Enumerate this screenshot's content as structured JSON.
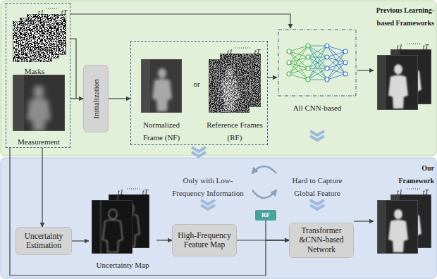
{
  "diagram": {
    "nodes": [
      {
        "text": [
          "Previous Learning-based Frameworks"
        ]
      },
      {
        "text": [
          "Our Framework"
        ]
      },
      {
        "text": [
          "t1",
          "tT",
          "Masks",
          "Measurement"
        ],
        "in": 0
      },
      {
        "text": [
          "Initialization"
        ],
        "in": 0
      },
      {
        "text": [
          "Normalized Frame (NF)",
          "or",
          "t1",
          "tT",
          "Reference Frames (RF)"
        ],
        "in": 0
      },
      {
        "text": [
          "All CNN-based"
        ],
        "in": 0
      },
      {
        "text": [
          "t1",
          "tT"
        ],
        "in": 0
      },
      {
        "text": [
          "Uncertainty Estimation"
        ],
        "in": 1
      },
      {
        "text": [
          "t1",
          "tT",
          "Uncertainty Map"
        ],
        "in": 1
      },
      {
        "text": [
          "High-Frequency Feature Map"
        ],
        "in": 1
      },
      {
        "text": [
          "RF"
        ],
        "in": 1
      },
      {
        "text": [
          "Transformer &CNN-based Network"
        ],
        "in": 1
      },
      {
        "text": [
          "t1",
          "tT"
        ],
        "in": 1
      }
    ],
    "edges": [
      {
        "from": 2,
        "to": 3,
        "arrow": "to"
      },
      {
        "from": 3,
        "to": 4,
        "arrow": "to"
      },
      {
        "from": 4,
        "to": 5,
        "arrow": "to"
      },
      {
        "from": 2,
        "to": 5,
        "arrow": "to"
      },
      {
        "from": 5,
        "to": 6,
        "arrow": "to"
      },
      {
        "from": 2,
        "to": 7,
        "arrow": "to"
      },
      {
        "from": 7,
        "to": 8,
        "arrow": "to"
      },
      {
        "from": 8,
        "to": 9,
        "arrow": "to"
      },
      {
        "from": 9,
        "to": 11,
        "arrow": "to"
      },
      {
        "from": 10,
        "to": 11,
        "arrow": "to"
      },
      {
        "from": 2,
        "to": 11,
        "arrow": "to"
      },
      {
        "from": 11,
        "to": 12,
        "arrow": "to"
      }
    ],
    "labels": [
      "Only with Low-Frequency Information",
      "Hard to Capture Global Feature"
    ]
  }
}
